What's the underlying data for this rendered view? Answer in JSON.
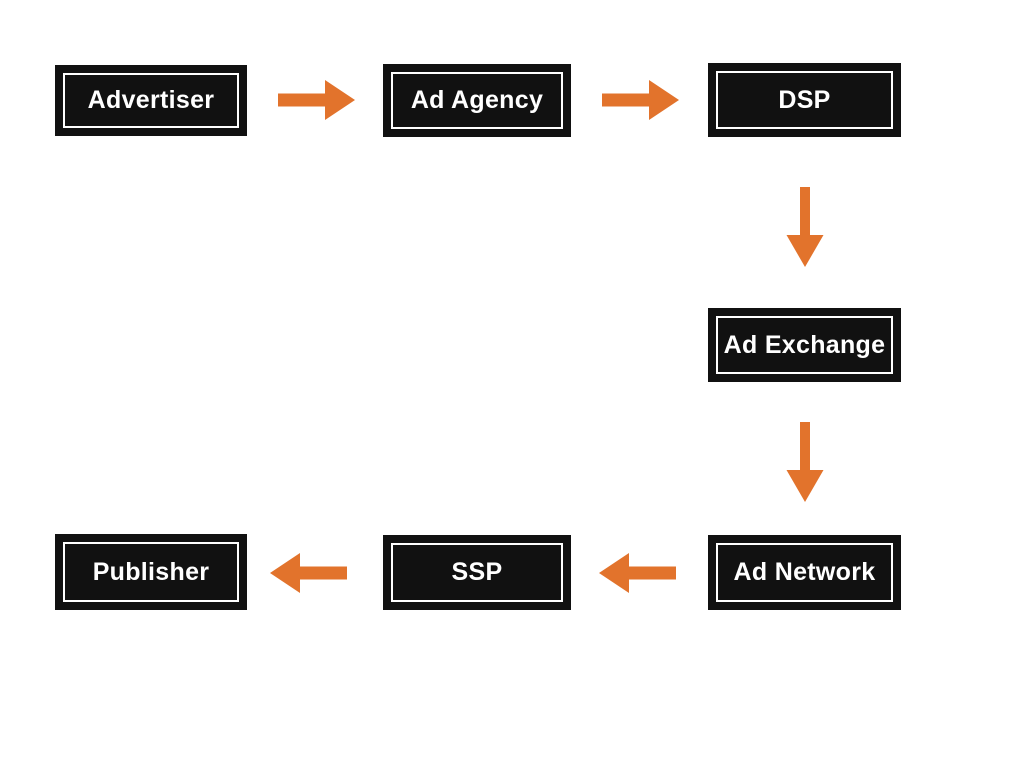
{
  "diagram": {
    "type": "flowchart",
    "nodes": [
      {
        "id": "advertiser",
        "label": "Advertiser"
      },
      {
        "id": "ad-agency",
        "label": "Ad Agency"
      },
      {
        "id": "dsp",
        "label": "DSP"
      },
      {
        "id": "ad-exchange",
        "label": "Ad Exchange"
      },
      {
        "id": "ad-network",
        "label": "Ad Network"
      },
      {
        "id": "ssp",
        "label": "SSP"
      },
      {
        "id": "publisher",
        "label": "Publisher"
      }
    ],
    "edges": [
      {
        "from": "Advertiser",
        "to": "Ad Agency",
        "direction": "right"
      },
      {
        "from": "Ad Agency",
        "to": "DSP",
        "direction": "right"
      },
      {
        "from": "DSP",
        "to": "Ad Exchange",
        "direction": "down"
      },
      {
        "from": "Ad Exchange",
        "to": "Ad Network",
        "direction": "down"
      },
      {
        "from": "Ad Network",
        "to": "SSP",
        "direction": "left"
      },
      {
        "from": "SSP",
        "to": "Publisher",
        "direction": "left"
      }
    ],
    "colors": {
      "background": "#ffffff",
      "node_fill": "#111111",
      "node_border": "#ffffff",
      "node_text": "#ffffff",
      "arrow": "#e2732c"
    }
  }
}
